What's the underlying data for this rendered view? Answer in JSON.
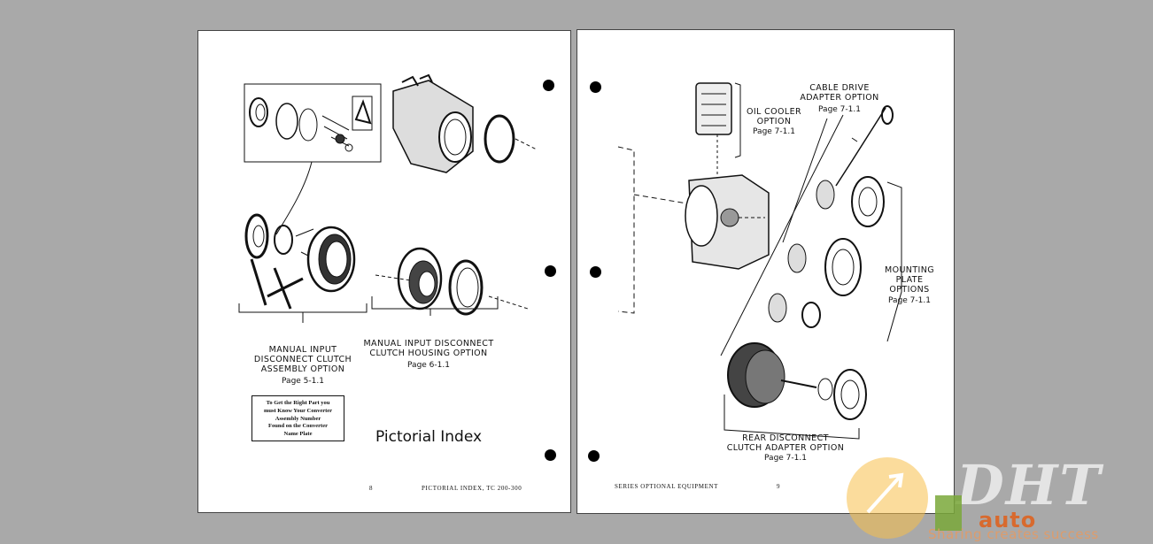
{
  "left_page": {
    "callout_input_clutch": "MANUAL INPUT\nDISCONNECT CLUTCH\nASSEMBLY OPTION",
    "callout_input_clutch_page": "Page 5-1.1",
    "callout_housing": "MANUAL INPUT DISCONNECT\nCLUTCH HOUSING OPTION",
    "callout_housing_page": "Page 6-1.1",
    "note_box": "To Get the Right Part you\nmust Know Your Converter\nAssembly Number\nFound on the Converter\nName Plate",
    "title": "Pictorial Index",
    "page_number": "8",
    "footer": "PICTORIAL INDEX, TC 200-300"
  },
  "right_page": {
    "callout_oil_cooler": "OIL COOLER\nOPTION",
    "callout_oil_cooler_page": "Page 7-1.1",
    "callout_cable_drive": "CABLE DRIVE\nADAPTER OPTION",
    "callout_cable_drive_page": "Page 7-1.1",
    "callout_mounting": "MOUNTING\nPLATE\nOPTIONS",
    "callout_mounting_page": "Page 7-1.1",
    "callout_rear_clutch": "REAR DISCONNECT\nCLUTCH ADAPTER OPTION",
    "callout_rear_clutch_page": "Page 7-1.1",
    "footer": "SERIES OPTIONAL EQUIPMENT",
    "page_number": "9"
  },
  "watermark": {
    "letters": "DHT",
    "brand": "auto",
    "tagline": "Sharing creates success",
    "colors": {
      "orange": "#d86a2e",
      "green": "#7aa83a",
      "gray": "#e4e4e4"
    }
  }
}
